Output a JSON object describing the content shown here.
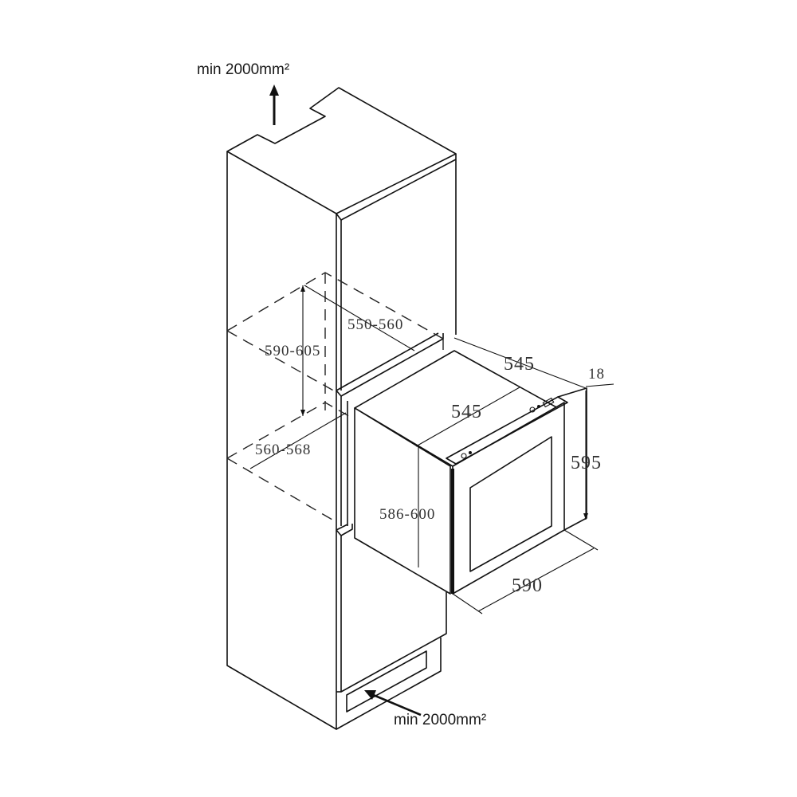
{
  "diagram": {
    "type": "built-in appliance installation diagram",
    "ventilation": {
      "top_label": "min 2000mm²",
      "bottom_label": "min 2000mm²"
    },
    "niche_dimensions": {
      "height": "590-605",
      "depth": "550-560",
      "width": "560-568"
    },
    "appliance_dimensions": {
      "depth_total": "545",
      "depth_body": "545",
      "door_thickness": "18",
      "height_door": "595",
      "height_body": "586-600",
      "width": "590"
    },
    "colors": {
      "line": "#111111",
      "background": "#ffffff",
      "text": "#333333"
    }
  }
}
